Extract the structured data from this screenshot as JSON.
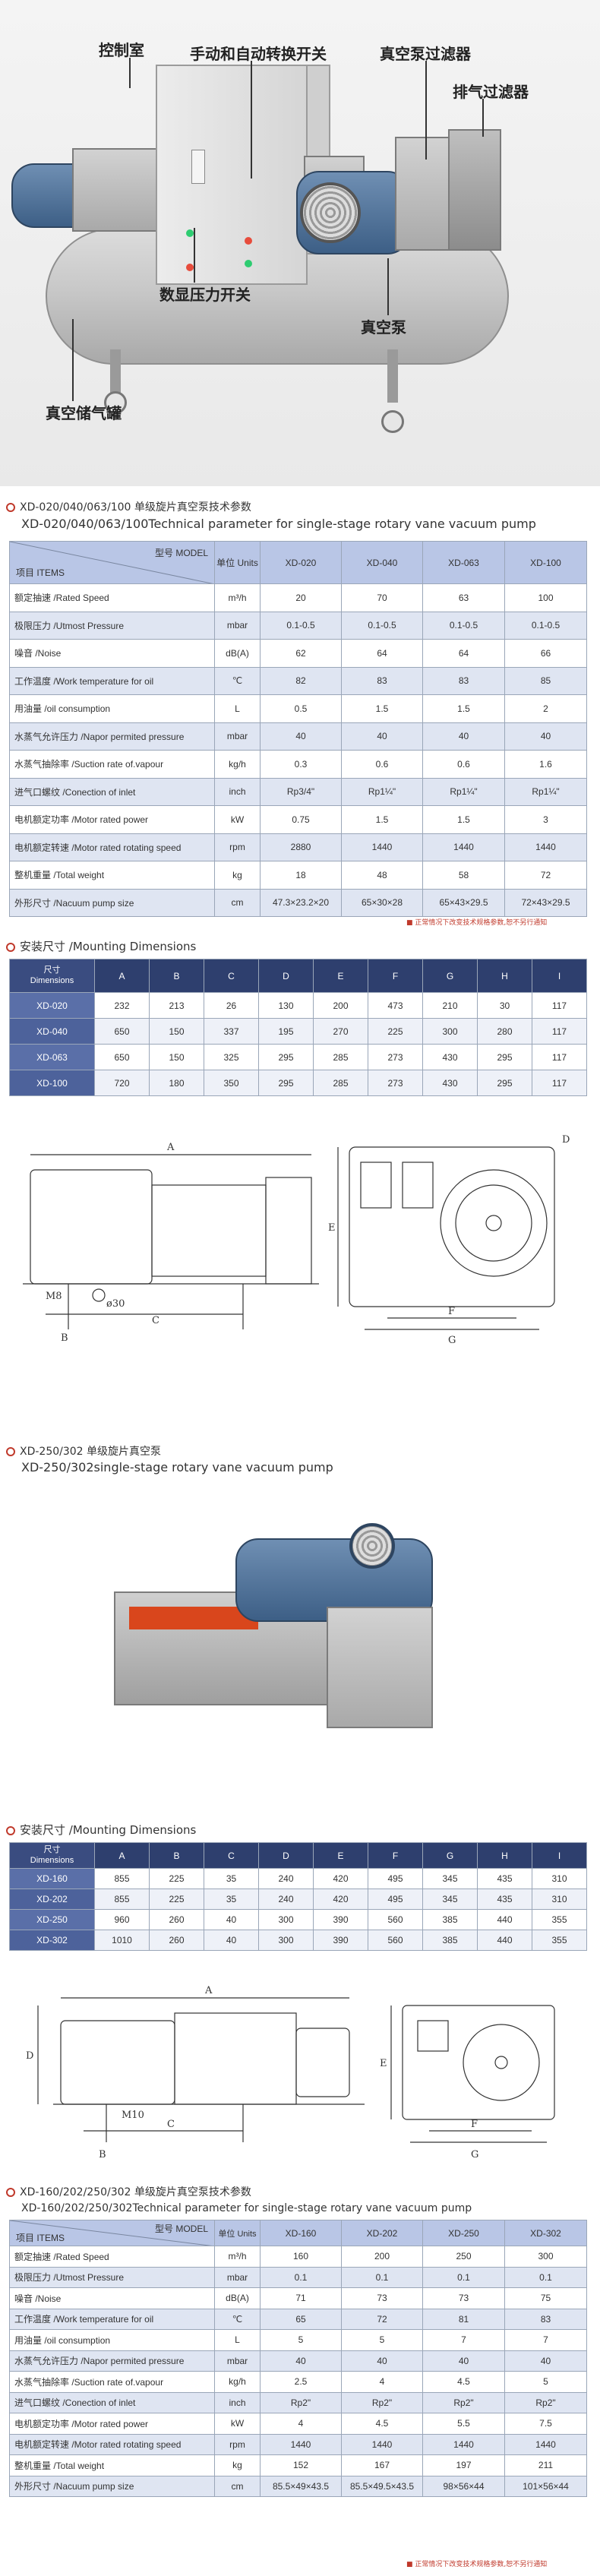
{
  "photo1": {
    "callouts": {
      "control_room": "控制室",
      "manual_auto_switch": "手动和自动转换开关",
      "vacuum_filter": "真空泵过滤器",
      "exhaust_filter": "排气过滤器",
      "digital_pressure_switch": "数显压力开关",
      "vacuum_pump": "真空泵",
      "vacuum_tank": "真空储气罐"
    }
  },
  "section1": {
    "title_cn": "XD-020/040/063/100 单级旋片真空泵技术参数",
    "title_en": "XD-020/040/063/100Technical parameter for single-stage rotary vane vacuum pump",
    "header": {
      "model": "型号 MODEL",
      "items": "项目 ITEMS",
      "units": "单位 Units",
      "models": [
        "XD-020",
        "XD-040",
        "XD-063",
        "XD-100"
      ]
    },
    "rows": [
      {
        "label": "额定抽速 /Rated Speed",
        "unit": "m³/h",
        "values": [
          "20",
          "70",
          "63",
          "100"
        ]
      },
      {
        "label": "极限压力 /Utmost Pressure",
        "unit": "mbar",
        "values": [
          "0.1-0.5",
          "0.1-0.5",
          "0.1-0.5",
          "0.1-0.5"
        ]
      },
      {
        "label": "噪音 /Noise",
        "unit": "dB(A)",
        "values": [
          "62",
          "64",
          "64",
          "66"
        ]
      },
      {
        "label": "工作温度 /Work temperature for oil",
        "unit": "℃",
        "values": [
          "82",
          "83",
          "83",
          "85"
        ]
      },
      {
        "label": "用油量 /oil consumption",
        "unit": "L",
        "values": [
          "0.5",
          "1.5",
          "1.5",
          "2"
        ]
      },
      {
        "label": "水蒸气允许压力 /Napor permited pressure",
        "unit": "mbar",
        "values": [
          "40",
          "40",
          "40",
          "40"
        ]
      },
      {
        "label": "水蒸气抽除率 /Suction rate of.vapour",
        "unit": "kg/h",
        "values": [
          "0.3",
          "0.6",
          "0.6",
          "1.6"
        ]
      },
      {
        "label": "进气口螺纹 /Conection of inlet",
        "unit": "inch",
        "values": [
          "Rp3/4\"",
          "Rp1¼\"",
          "Rp1¼\"",
          "Rp1¼\""
        ]
      },
      {
        "label": "电机额定功率 /Motor rated power",
        "unit": "kW",
        "values": [
          "0.75",
          "1.5",
          "1.5",
          "3"
        ]
      },
      {
        "label": "电机额定转速 /Motor rated rotating speed",
        "unit": "rpm",
        "values": [
          "2880",
          "1440",
          "1440",
          "1440"
        ]
      },
      {
        "label": "整机重量 /Total weight",
        "unit": "kg",
        "values": [
          "18",
          "48",
          "58",
          "72"
        ]
      },
      {
        "label": "外形尺寸 /Nacuum pump size",
        "unit": "cm",
        "values": [
          "47.3×23.2×20",
          "65×30×28",
          "65×43×29.5",
          "72×43×29.5"
        ]
      }
    ],
    "note": "■ 正常情况下改变技术规格参数,恕不另行通知"
  },
  "dims1": {
    "title": "安装尺寸 /Mounting Dimensions",
    "corner": [
      "尺寸",
      "Dimensions"
    ],
    "cols": [
      "A",
      "B",
      "C",
      "D",
      "E",
      "F",
      "G",
      "H",
      "I"
    ],
    "rows": [
      {
        "name": "XD-020",
        "values": [
          "232",
          "213",
          "26",
          "130",
          "200",
          "473",
          "210",
          "30",
          "117"
        ]
      },
      {
        "name": "XD-040",
        "values": [
          "650",
          "150",
          "337",
          "195",
          "270",
          "225",
          "300",
          "280",
          "117"
        ]
      },
      {
        "name": "XD-063",
        "values": [
          "650",
          "150",
          "325",
          "295",
          "285",
          "273",
          "430",
          "295",
          "117"
        ]
      },
      {
        "name": "XD-100",
        "values": [
          "720",
          "180",
          "350",
          "295",
          "285",
          "273",
          "430",
          "295",
          "117"
        ]
      }
    ]
  },
  "drawing1": {
    "labels": {
      "a": "A",
      "b": "B",
      "c": "C",
      "d": "D",
      "e": "E",
      "f": "F",
      "g": "G",
      "m8": "M8",
      "phi30": "ø30"
    }
  },
  "section2": {
    "title_cn": "XD-250/302 单级旋片真空泵",
    "title_en": "XD-250/302single-stage rotary vane vacuum pump"
  },
  "dims2": {
    "title": "安装尺寸 /Mounting Dimensions",
    "corner": [
      "尺寸",
      "Dimensions"
    ],
    "cols": [
      "A",
      "B",
      "C",
      "D",
      "E",
      "F",
      "G",
      "H",
      "I"
    ],
    "rows": [
      {
        "name": "XD-160",
        "values": [
          "855",
          "225",
          "35",
          "240",
          "420",
          "495",
          "345",
          "435",
          "310"
        ]
      },
      {
        "name": "XD-202",
        "values": [
          "855",
          "225",
          "35",
          "240",
          "420",
          "495",
          "345",
          "435",
          "310"
        ]
      },
      {
        "name": "XD-250",
        "values": [
          "960",
          "260",
          "40",
          "300",
          "390",
          "560",
          "385",
          "440",
          "355"
        ]
      },
      {
        "name": "XD-302",
        "values": [
          "1010",
          "260",
          "40",
          "300",
          "390",
          "560",
          "385",
          "440",
          "355"
        ]
      }
    ]
  },
  "drawing2": {
    "labels": {
      "a": "A",
      "b": "B",
      "c": "C",
      "d": "D",
      "e": "E",
      "f": "F",
      "g": "G",
      "m10": "M10"
    }
  },
  "section3": {
    "title_cn": "XD-160/202/250/302 单级旋片真空泵技术参数",
    "title_en": "XD-160/202/250/302Technical parameter for single-stage rotary vane vacuum pump",
    "header": {
      "model": "型号 MODEL",
      "items": "项目 ITEMS",
      "units": "单位 Units",
      "models": [
        "XD-160",
        "XD-202",
        "XD-250",
        "XD-302"
      ]
    },
    "rows": [
      {
        "label": "额定抽速 /Rated Speed",
        "unit": "m³/h",
        "values": [
          "160",
          "200",
          "250",
          "300"
        ]
      },
      {
        "label": "极限压力 /Utmost Pressure",
        "unit": "mbar",
        "values": [
          "0.1",
          "0.1",
          "0.1",
          "0.1"
        ]
      },
      {
        "label": "噪音 /Noise",
        "unit": "dB(A)",
        "values": [
          "71",
          "73",
          "73",
          "75"
        ]
      },
      {
        "label": "工作温度 /Work temperature for oil",
        "unit": "℃",
        "values": [
          "65",
          "72",
          "81",
          "83"
        ]
      },
      {
        "label": "用油量 /oil consumption",
        "unit": "L",
        "values": [
          "5",
          "5",
          "7",
          "7"
        ]
      },
      {
        "label": "水蒸气允许压力 /Napor permited pressure",
        "unit": "mbar",
        "values": [
          "40",
          "40",
          "40",
          "40"
        ]
      },
      {
        "label": "水蒸气抽除率 /Suction rate of.vapour",
        "unit": "kg/h",
        "values": [
          "2.5",
          "4",
          "4.5",
          "5"
        ]
      },
      {
        "label": "进气口螺纹 /Conection of inlet",
        "unit": "inch",
        "values": [
          "Rp2\"",
          "Rp2\"",
          "Rp2\"",
          "Rp2\""
        ]
      },
      {
        "label": "电机额定功率 /Motor rated power",
        "unit": "kW",
        "values": [
          "4",
          "4.5",
          "5.5",
          "7.5"
        ]
      },
      {
        "label": "电机额定转速 /Motor rated rotating speed",
        "unit": "rpm",
        "values": [
          "1440",
          "1440",
          "1440",
          "1440"
        ]
      },
      {
        "label": "整机重量 /Total weight",
        "unit": "kg",
        "values": [
          "152",
          "167",
          "197",
          "211"
        ]
      },
      {
        "label": "外形尺寸 /Nacuum pump size",
        "unit": "cm",
        "values": [
          "85.5×49×43.5",
          "85.5×49.5×43.5",
          "98×56×44",
          "101×56×44"
        ]
      }
    ],
    "note": "■ 正常情况下改变技术规格参数,恕不另行通知"
  }
}
